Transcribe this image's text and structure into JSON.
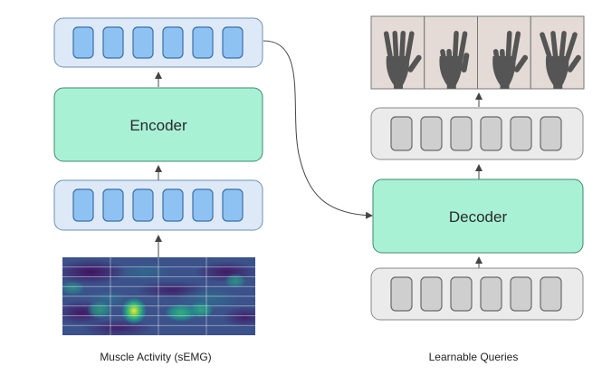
{
  "diagram": {
    "encoder_label": "Encoder",
    "decoder_label": "Decoder",
    "left_caption": "Muscle Activity (sEMG)",
    "right_caption": "Learnable Queries",
    "token_count": 6,
    "hand_pose_count": 4,
    "colors": {
      "token_blue_fill": "#8ec2f3",
      "token_blue_stroke": "#3b6fa8",
      "token_container_blue": "#dde9f7",
      "token_gray_fill": "#cfcfcf",
      "token_gray_stroke": "#6a6a6a",
      "token_container_gray": "#ebebeb",
      "block_fill": "#a8f1d5",
      "block_stroke": "#3c8a70",
      "arrow": "#444444",
      "hand_bg": "#e4dbd6",
      "hand_fill": "#555555"
    }
  }
}
